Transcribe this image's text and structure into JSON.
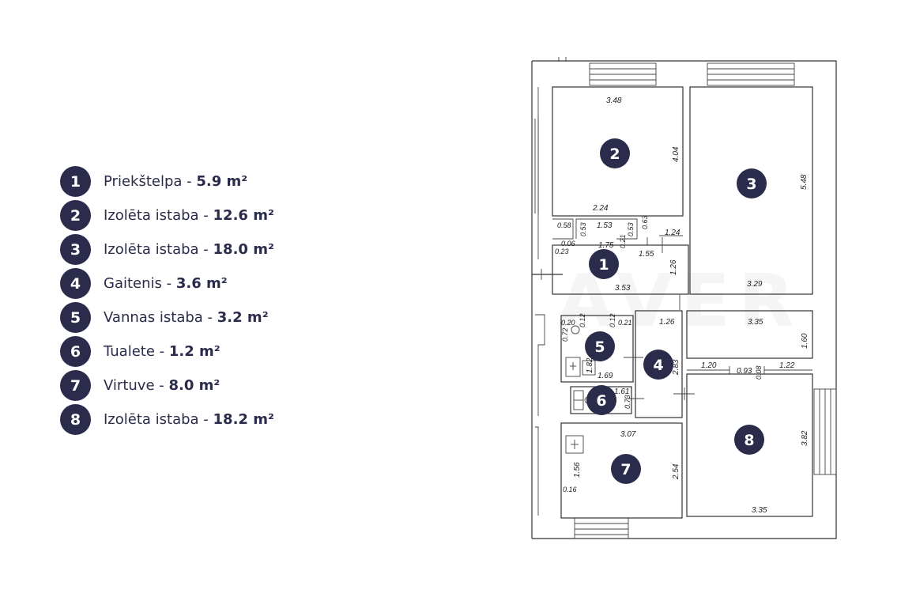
{
  "legend": [
    {
      "num": "1",
      "name": "Priekštelpa",
      "area": "5.9 m²"
    },
    {
      "num": "2",
      "name": "Izolēta istaba",
      "area": "12.6 m²"
    },
    {
      "num": "3",
      "name": "Izolēta istaba",
      "area": "18.0 m²"
    },
    {
      "num": "4",
      "name": "Gaitenis",
      "area": "3.6 m²"
    },
    {
      "num": "5",
      "name": "Vannas istaba",
      "area": "3.2 m²"
    },
    {
      "num": "6",
      "name": "Tualete",
      "area": "1.2 m²"
    },
    {
      "num": "7",
      "name": "Virtuve",
      "area": "8.0 m²"
    },
    {
      "num": "8",
      "name": "Izolēta istaba",
      "area": "18.2 m²"
    }
  ],
  "plan": {
    "watermark": "AVER",
    "room_labels": [
      "1",
      "2",
      "3",
      "4",
      "5",
      "6",
      "7",
      "8"
    ],
    "dimensions": {
      "r2_top": "3.48",
      "r2_side": "4.04",
      "r2_bottom": "2.24",
      "r3_side": "5.48",
      "r3_bottom": "3.29",
      "c_058": "0.58",
      "c_053a": "0.53",
      "c_153": "1.53",
      "c_053b": "0.53",
      "c_063": "0.63",
      "c_124": "1.24",
      "c_006": "0.06",
      "c_175": "1.75",
      "c_021": "0.21",
      "c_155": "1.55",
      "c_023": "0.23",
      "r1_side": "1.26",
      "r1_bottom": "3.53",
      "r5_020": "0.20",
      "r5_012a": "0.12",
      "r5_012b": "0.12",
      "r5_021": "0.21",
      "r5_072": "0.72",
      "r5_182": "1.82",
      "r5_169": "1.69",
      "r4_top": "1.26",
      "r4_side": "2.83",
      "r6_161": "1.61",
      "r6_073": "0.73",
      "r8a_top": "3.35",
      "r8a_side": "1.60",
      "r8a_120": "1.20",
      "r8a_093": "0.93",
      "r8a_008": "0.08",
      "r8a_122": "1.22",
      "r7_top": "3.07",
      "r7_156": "1.56",
      "r7_254": "2.54",
      "r7_016": "0.16",
      "r8_side": "3.82",
      "r8_bottom": "3.35"
    }
  }
}
